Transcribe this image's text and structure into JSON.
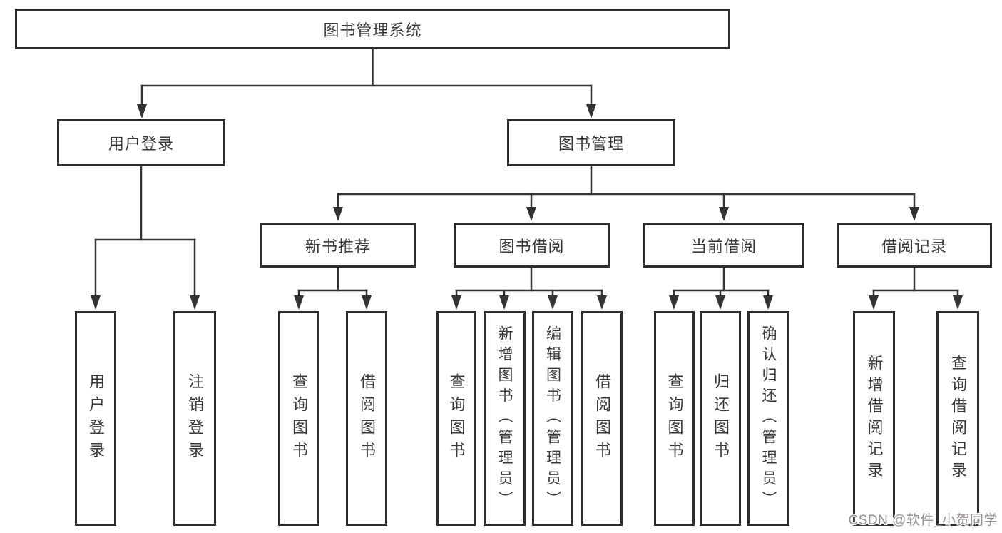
{
  "diagram": {
    "title": "图书管理系统",
    "type": "hierarchy-tree",
    "colors": {
      "line": "#333333",
      "box_border": "#2d2d2d",
      "text": "#3a3a3a",
      "background": "#ffffff",
      "watermark": "#979090"
    },
    "tree": {
      "label": "图书管理系统",
      "children": [
        {
          "label": "用户登录",
          "children": [
            {
              "label": "用户登录"
            },
            {
              "label": "注销登录"
            }
          ]
        },
        {
          "label": "图书管理",
          "children": [
            {
              "label": "新书推荐",
              "children": [
                {
                  "label": "查询图书"
                },
                {
                  "label": "借阅图书"
                }
              ]
            },
            {
              "label": "图书借阅",
              "children": [
                {
                  "label": "查询图书"
                },
                {
                  "label": "新增图书（管理员）"
                },
                {
                  "label": "编辑图书（管理员）"
                },
                {
                  "label": "借阅图书"
                }
              ]
            },
            {
              "label": "当前借阅",
              "children": [
                {
                  "label": "查询图书"
                },
                {
                  "label": "归还图书"
                },
                {
                  "label": "确认归还（管理员）"
                }
              ]
            },
            {
              "label": "借阅记录",
              "children": [
                {
                  "label": "新增借阅记录"
                },
                {
                  "label": "查询借阅记录"
                }
              ]
            }
          ]
        }
      ]
    }
  },
  "watermark": {
    "text": "CSDN @软件_小贺同学"
  }
}
